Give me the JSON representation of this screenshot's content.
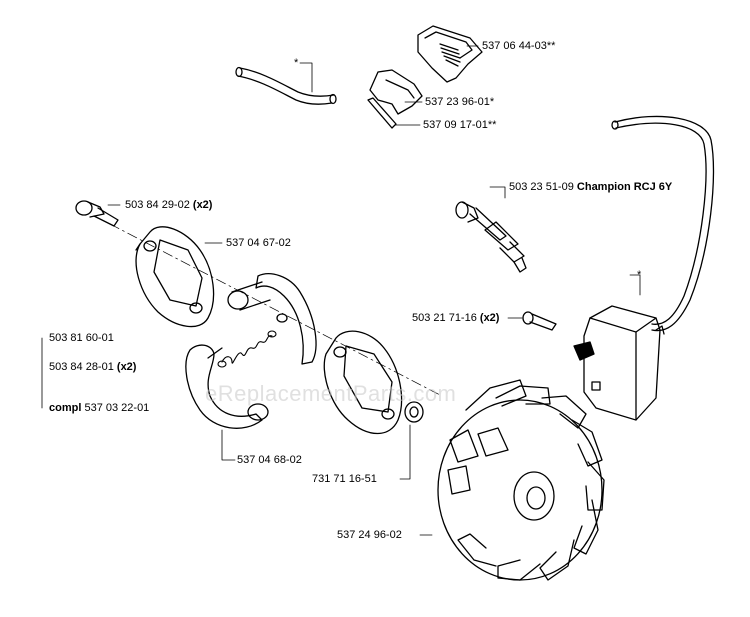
{
  "labels": {
    "star_tube": "*",
    "part_537_06_44_03": "537 06 44-03**",
    "part_537_23_96_01": "537 23 96-01*",
    "part_537_09_17_01": "537 09 17-01**",
    "part_503_23_51_09": "503 23 51-09",
    "champion_name": "Champion RCJ 6Y",
    "part_503_84_29_02": "503 84 29-02",
    "x2_a": "(x2)",
    "part_537_04_67_02": "537 04 67-02",
    "star_ignition": "*",
    "part_503_21_71_16": "503 21 71-16",
    "x2_b": "(x2)",
    "part_503_81_60_01": "503 81 60-01",
    "part_503_84_28_01": "503 84 28-01",
    "x2_c": "(x2)",
    "compl_word": "compl",
    "part_537_03_22_01": "537 03 22-01",
    "part_537_04_68_02": "537 04 68-02",
    "part_731_71_16_51": "731 71 16-51",
    "part_537_24_96_02": "537 24 96-02"
  },
  "watermark": "eReplacementParts.com"
}
